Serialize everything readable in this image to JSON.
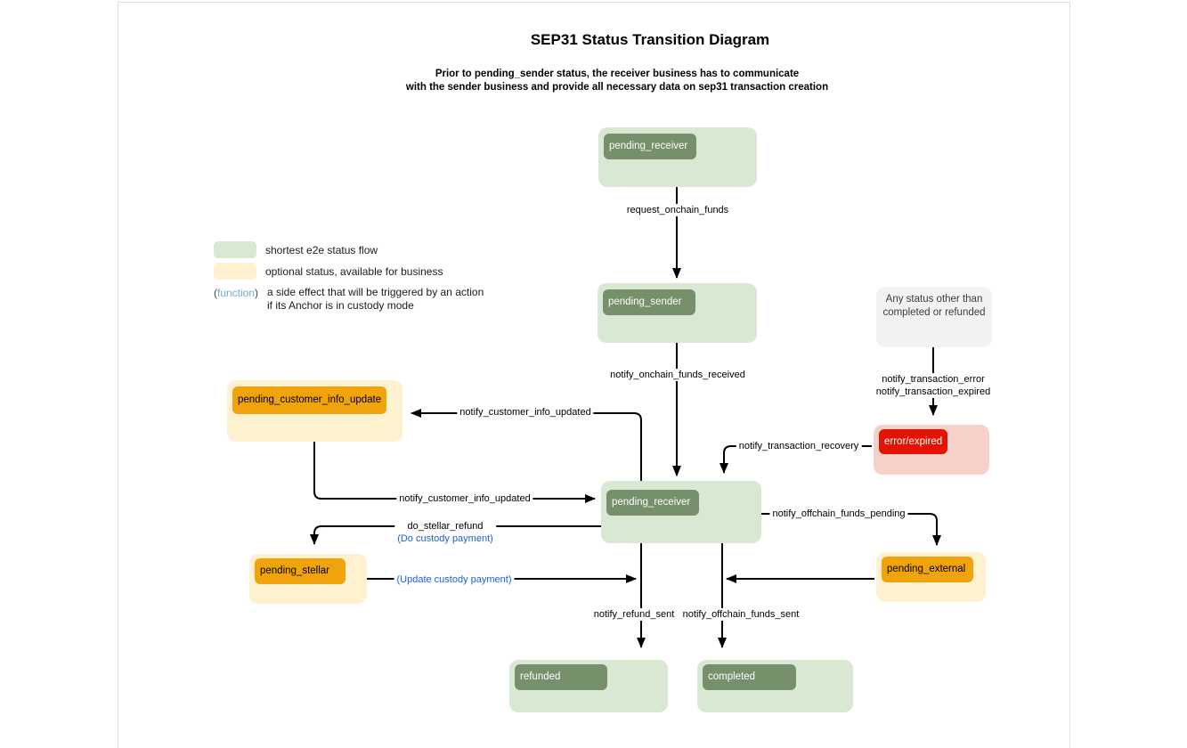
{
  "title": "SEP31 Status Transition Diagram",
  "subtitle": {
    "line1": "Prior to pending_sender status, the receiver business has to communicate",
    "line2": "with the sender business and provide all necessary data on sep31 transaction creation"
  },
  "legend": {
    "flow": "shortest e2e status flow",
    "optional": "optional status, available for business",
    "function_open": "(",
    "function_word": "function",
    "function_close": ")",
    "function_line1": "a side effect that will be triggered by an action",
    "function_line2": "if its Anchor is in custody mode"
  },
  "nodes": {
    "top_receiver": {
      "label": "pending_receiver"
    },
    "sender": {
      "label": "pending_sender"
    },
    "any_status": {
      "line1": "Any status other than",
      "line2": "completed or refunded"
    },
    "error": {
      "label": "error/expired"
    },
    "customer_info_update": {
      "label": "pending_customer_info_update"
    },
    "mid_receiver": {
      "label": "pending_receiver"
    },
    "stellar": {
      "label": "pending_stellar"
    },
    "external": {
      "label": "pending_external"
    },
    "refunded": {
      "label": "refunded"
    },
    "completed": {
      "label": "completed"
    }
  },
  "edges": {
    "request_onchain_funds": "request_onchain_funds",
    "notify_onchain_funds_received": "notify_onchain_funds_received",
    "notify_transaction_error": "notify_transaction_error",
    "notify_transaction_expired": "notify_transaction_expired",
    "notify_transaction_recovery": "notify_transaction_recovery",
    "notify_customer_info_updated_up": "notify_customer_info_updated",
    "notify_customer_info_updated_down": "notify_customer_info_updated",
    "do_stellar_refund": "do_stellar_refund",
    "do_custody_payment": "(Do custody payment)",
    "update_custody_payment": "(Update custody payment)",
    "notify_offchain_funds_pending": "notify_offchain_funds_pending",
    "notify_refund_sent": "notify_refund_sent",
    "notify_offchain_funds_sent": "notify_offchain_funds_sent"
  },
  "colors": {
    "flow-node-bg": "#d9e8d3",
    "flow-badge-bg": "#75906b",
    "optional-node-bg": "#fdf1d0",
    "optional-badge-bg": "#f0a30a",
    "error-node-bg": "#f8d0ca",
    "error-badge-bg": "#e51400",
    "neutral-node-bg": "#f2f2f2",
    "function-blue": "#1f5fd6",
    "legend-function-blue": "#6fa8dc",
    "edge-black": "#000000"
  }
}
